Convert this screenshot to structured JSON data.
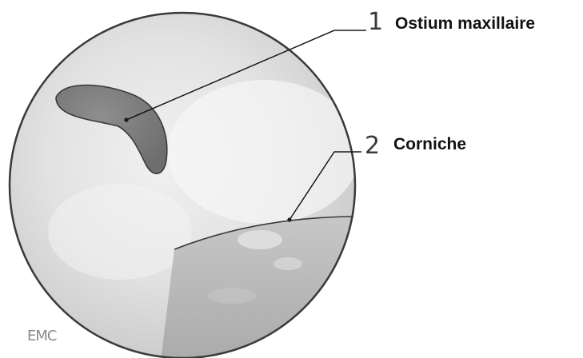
{
  "labels": [
    {
      "number": "1",
      "text": "Ostium maxillaire"
    },
    {
      "number": "2",
      "text": "Corniche"
    }
  ],
  "watermark": "EMC",
  "colors": {
    "background": "#ffffff",
    "view_fill": "#dedede",
    "view_outline": "#3a3a3a",
    "ostium_fill": "#7b7b7b",
    "lower_wall_fill": "#b4b4b4",
    "leader": "#1a1a1a"
  }
}
